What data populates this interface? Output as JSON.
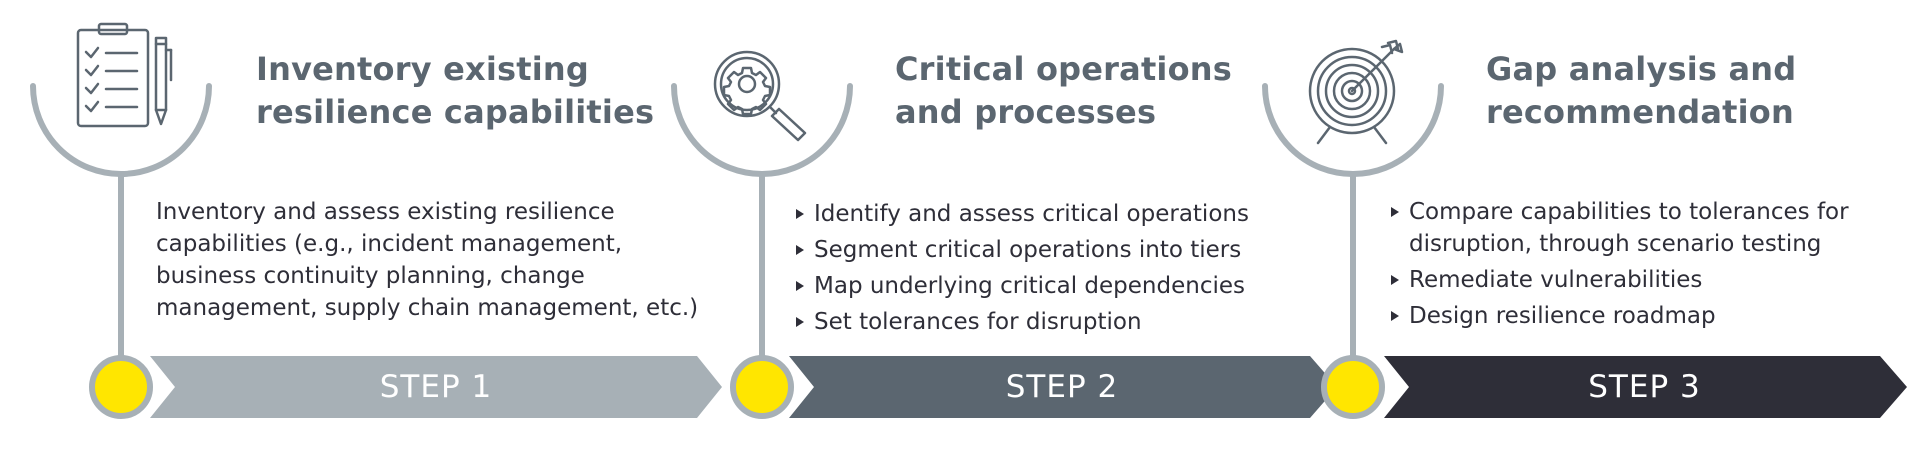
{
  "steps": [
    {
      "label": "STEP 1",
      "title_lines": [
        "Inventory existing",
        "resilience capabilities"
      ],
      "description_lines": [
        "Inventory and assess existing resilience",
        "capabilities (e.g., incident management,",
        "business continuity planning, change",
        "management, supply chain management, etc.)"
      ],
      "icon": "checklist-clipboard-pen-icon",
      "arrow_color": "#a7b0b6"
    },
    {
      "label": "STEP 2",
      "title_lines": [
        "Critical operations",
        "and processes"
      ],
      "bullets": [
        "Identify and assess critical operations",
        "Segment critical operations into tiers",
        "Map underlying critical dependencies",
        "Set tolerances for disruption"
      ],
      "icon": "magnifying-glass-gear-icon",
      "arrow_color": "#5b6670"
    },
    {
      "label": "STEP 3",
      "title_lines": [
        "Gap analysis and",
        "recommendation"
      ],
      "bullets": [
        [
          "Compare capabilities to tolerances for",
          "disruption, through scenario testing"
        ],
        [
          "Remediate vulnerabilities"
        ],
        [
          "Design resilience roadmap"
        ]
      ],
      "icon": "target-arrow-icon",
      "arrow_color": "#2e2e38"
    }
  ],
  "colors": {
    "connector": "#a7b0b6",
    "node_fill": "#ffe600",
    "title_text": "#5b6670",
    "body_text": "#2e2e38",
    "icon_stroke": "#5b6670"
  }
}
